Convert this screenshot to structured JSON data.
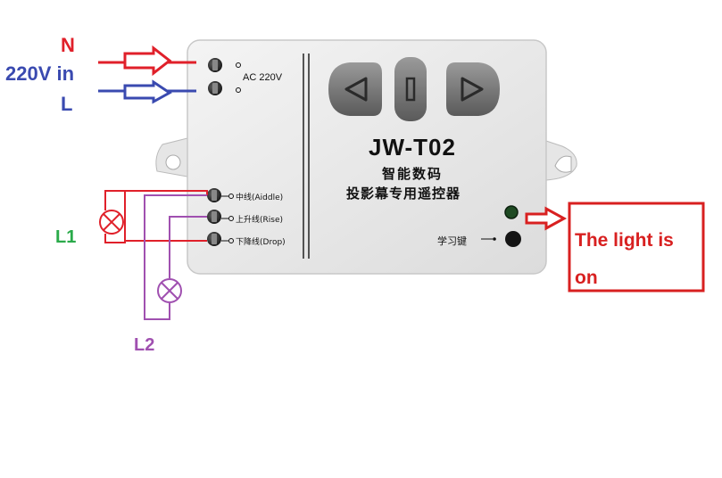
{
  "inputs": {
    "neutral_label": "N",
    "voltage_label": "220V in",
    "live_label": "L"
  },
  "device": {
    "model": "JW-T02",
    "subtitle_line1": "智能数码",
    "subtitle_line2": "投影幕专用遥控器",
    "ac_label": "AC 220V",
    "terminals": [
      {
        "label": "中线(Aiddle)"
      },
      {
        "label": "上升线(Rise)"
      },
      {
        "label": "下降线(Drop)"
      }
    ],
    "learn_key_label": "学习键",
    "buttons": [
      "left-arrow",
      "stop",
      "right-arrow"
    ]
  },
  "loads": {
    "l1_label": "L1",
    "l2_label": "L2"
  },
  "callout": {
    "text_line1": "The light is",
    "text_line2": "on"
  },
  "colors": {
    "neutral": "#e0202a",
    "live": "#3a4ab0",
    "l1": "#2aaa4a",
    "l2": "#a050b0",
    "callout": "#d82020"
  }
}
